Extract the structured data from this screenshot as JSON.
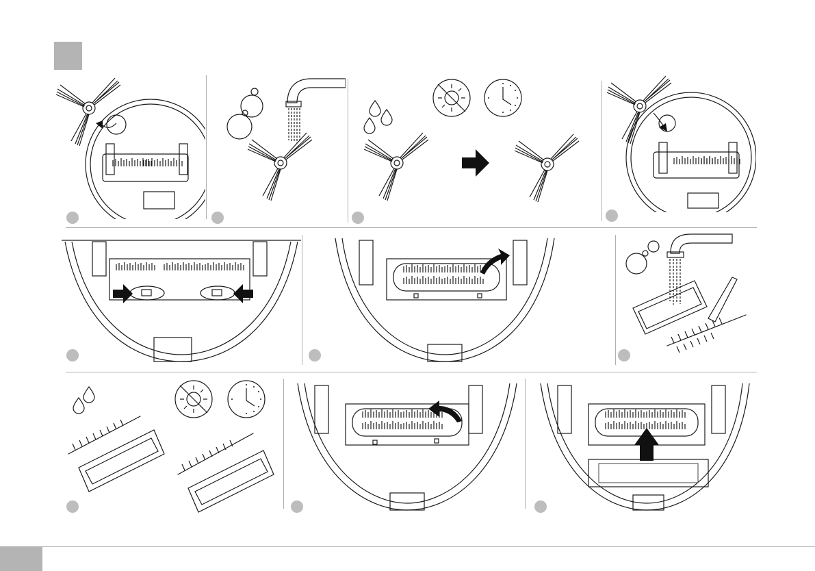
{
  "page": {
    "title": "",
    "page_number": ""
  },
  "colors": {
    "badge": "#bdbdbd",
    "line": "#1a1a1a",
    "divider": "#b0b0b0",
    "arrow": "#111111",
    "dustbin": "#6e6e6e"
  },
  "steps": [
    {
      "id": 1,
      "icons": [
        "side-brush",
        "robot-underside",
        "curved-arrow"
      ]
    },
    {
      "id": 2,
      "icons": [
        "faucet",
        "bubbles",
        "side-brush"
      ]
    },
    {
      "id": 3,
      "icons": [
        "water-drops",
        "sun-off",
        "clock",
        "side-brush",
        "right-arrow",
        "side-brush"
      ]
    },
    {
      "id": 4,
      "icons": [
        "side-brush",
        "robot-underside",
        "curved-arrow"
      ]
    },
    {
      "id": 5,
      "icons": [
        "robot-underside",
        "clip-arrows"
      ]
    },
    {
      "id": 6,
      "icons": [
        "robot-underside",
        "main-brush",
        "lift-arrow"
      ]
    },
    {
      "id": 7,
      "icons": [
        "faucet",
        "bubbles",
        "brush-cover",
        "main-brush",
        "cleaning-tool"
      ]
    },
    {
      "id": 8,
      "icons": [
        "water-drops",
        "sun-off",
        "clock",
        "main-brush",
        "brush-cover"
      ]
    },
    {
      "id": 9,
      "icons": [
        "robot-underside",
        "main-brush",
        "insert-arrow"
      ]
    },
    {
      "id": 10,
      "icons": [
        "robot-underside",
        "dustbin",
        "up-arrow"
      ]
    }
  ]
}
